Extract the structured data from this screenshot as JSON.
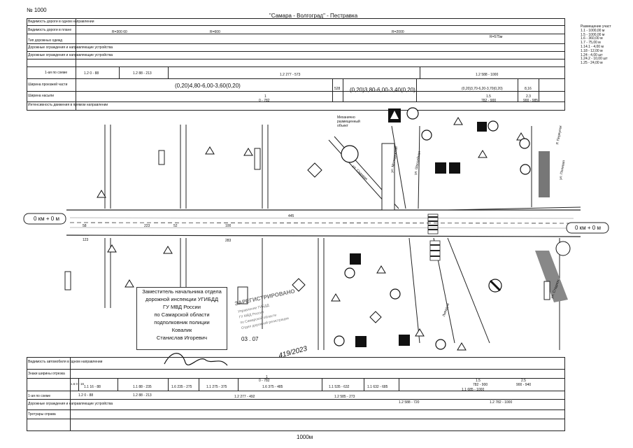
{
  "sheet_number": "1000",
  "title": "\"Самара - Волгоград\" - Пестравка",
  "top_table": {
    "row_labels": [
      "Видимость дороги в одном направлении",
      "Видимость дороги в плане",
      "Тип дорожных одежд",
      "Дорожные ограждения и направляющие устройства",
      "Дорожные ограждения и направляющие устройства",
      "",
      "1-ая по схеме",
      "Ширина проезжей части",
      "Ширина насыпи",
      "Интенсивность движения в прямом направлении"
    ],
    "vis_row": [
      "R=300 60",
      "R=600",
      "R=2000",
      "R=575м"
    ],
    "sch_row_cells": [
      "1.2 0 - 88",
      "1.2 88 - 213",
      "1.2 277 - 573",
      "1.2 588 - 1000"
    ],
    "width_cells": [
      "(0,20)4,80-6,00-3,60(0,20)",
      "(0,20)3,80-6,00-3,40(0,20)",
      "528",
      "(0,20)3,70-6,20-3,70(0,20)",
      "8,16"
    ],
    "bottom_cells": [
      "1",
      "0 - 782",
      "1.5",
      "782 - 900",
      "2.3",
      "900 - 985"
    ]
  },
  "legend": {
    "title": "Размещение участ",
    "items": [
      "1.1 - 1000,00 м",
      "1.5 - 1000,00 м",
      "1.6 - 360,00 м",
      "1.7 - 75,00 м",
      "1.14.1 - 4,00 м",
      "1.18 - 12,00 м",
      "1.24 - 4,00 шт",
      "1.24.2 - 10,00 шт",
      "1.25 - 24,00 м"
    ]
  },
  "map": {
    "left_label": "0 км + 0 м",
    "right_label": "0 км + 0 м",
    "object_note": [
      "Механично",
      "размещенный",
      "объект"
    ],
    "distances": [
      "445",
      "100",
      "283",
      "223",
      "52",
      "58",
      "123"
    ],
    "street_labels": [
      "ул. Садовая",
      "ул. Молодежная",
      "ул. Шоссейная",
      "Ливадия",
      "Р. Переулок",
      "ул. Полевая",
      "ул. Стадион"
    ]
  },
  "stamp": {
    "lines": [
      "Заместитель начальника отдела",
      "дорожной инспекции УГИБДД",
      "ГУ МВД России",
      "по Самарской области",
      "подполковник полиции",
      "Ковалик",
      "Станислав Игоревич"
    ],
    "date": "03 . 07",
    "handwritten": "419/2023"
  },
  "stamp2": {
    "lines": [
      "ЗАРЕГИСТРИРОВАНО",
      "Управление ГИБДД",
      "ГУ МВД России",
      "по Самарской области",
      "Отдел дорожной регистрации"
    ]
  },
  "bottom_table": {
    "row_labels": [
      "Видимость автомобиля в одном направлении",
      "Знаки ширины отрезка",
      "",
      "1-ая по схеме",
      "Дорожные ограждения и направляющие устройства",
      "Тротуары справа"
    ],
    "main_row": [
      "1",
      "0 - 782",
      "1.5",
      "782 - 900",
      "2.5",
      "900 - 940"
    ],
    "sch_row": [
      "1.6 0 - 16",
      "1.1 16 - 88",
      "1.1 88 - 235",
      "1.6 235 - 275",
      "1.1 275 - 375",
      "1.6 375 - 485",
      "1.1 535 - 632",
      "1.1 632 - 685",
      "1.1 685 - 1000"
    ],
    "second_row": [
      "1.2 0 - 88",
      "1.2 88 - 213",
      "1.2 277 - 492",
      "1.2 585 - 273",
      "1.2 588 - 720",
      "1.2 782 - 1000"
    ],
    "scale_label": "1000м"
  }
}
